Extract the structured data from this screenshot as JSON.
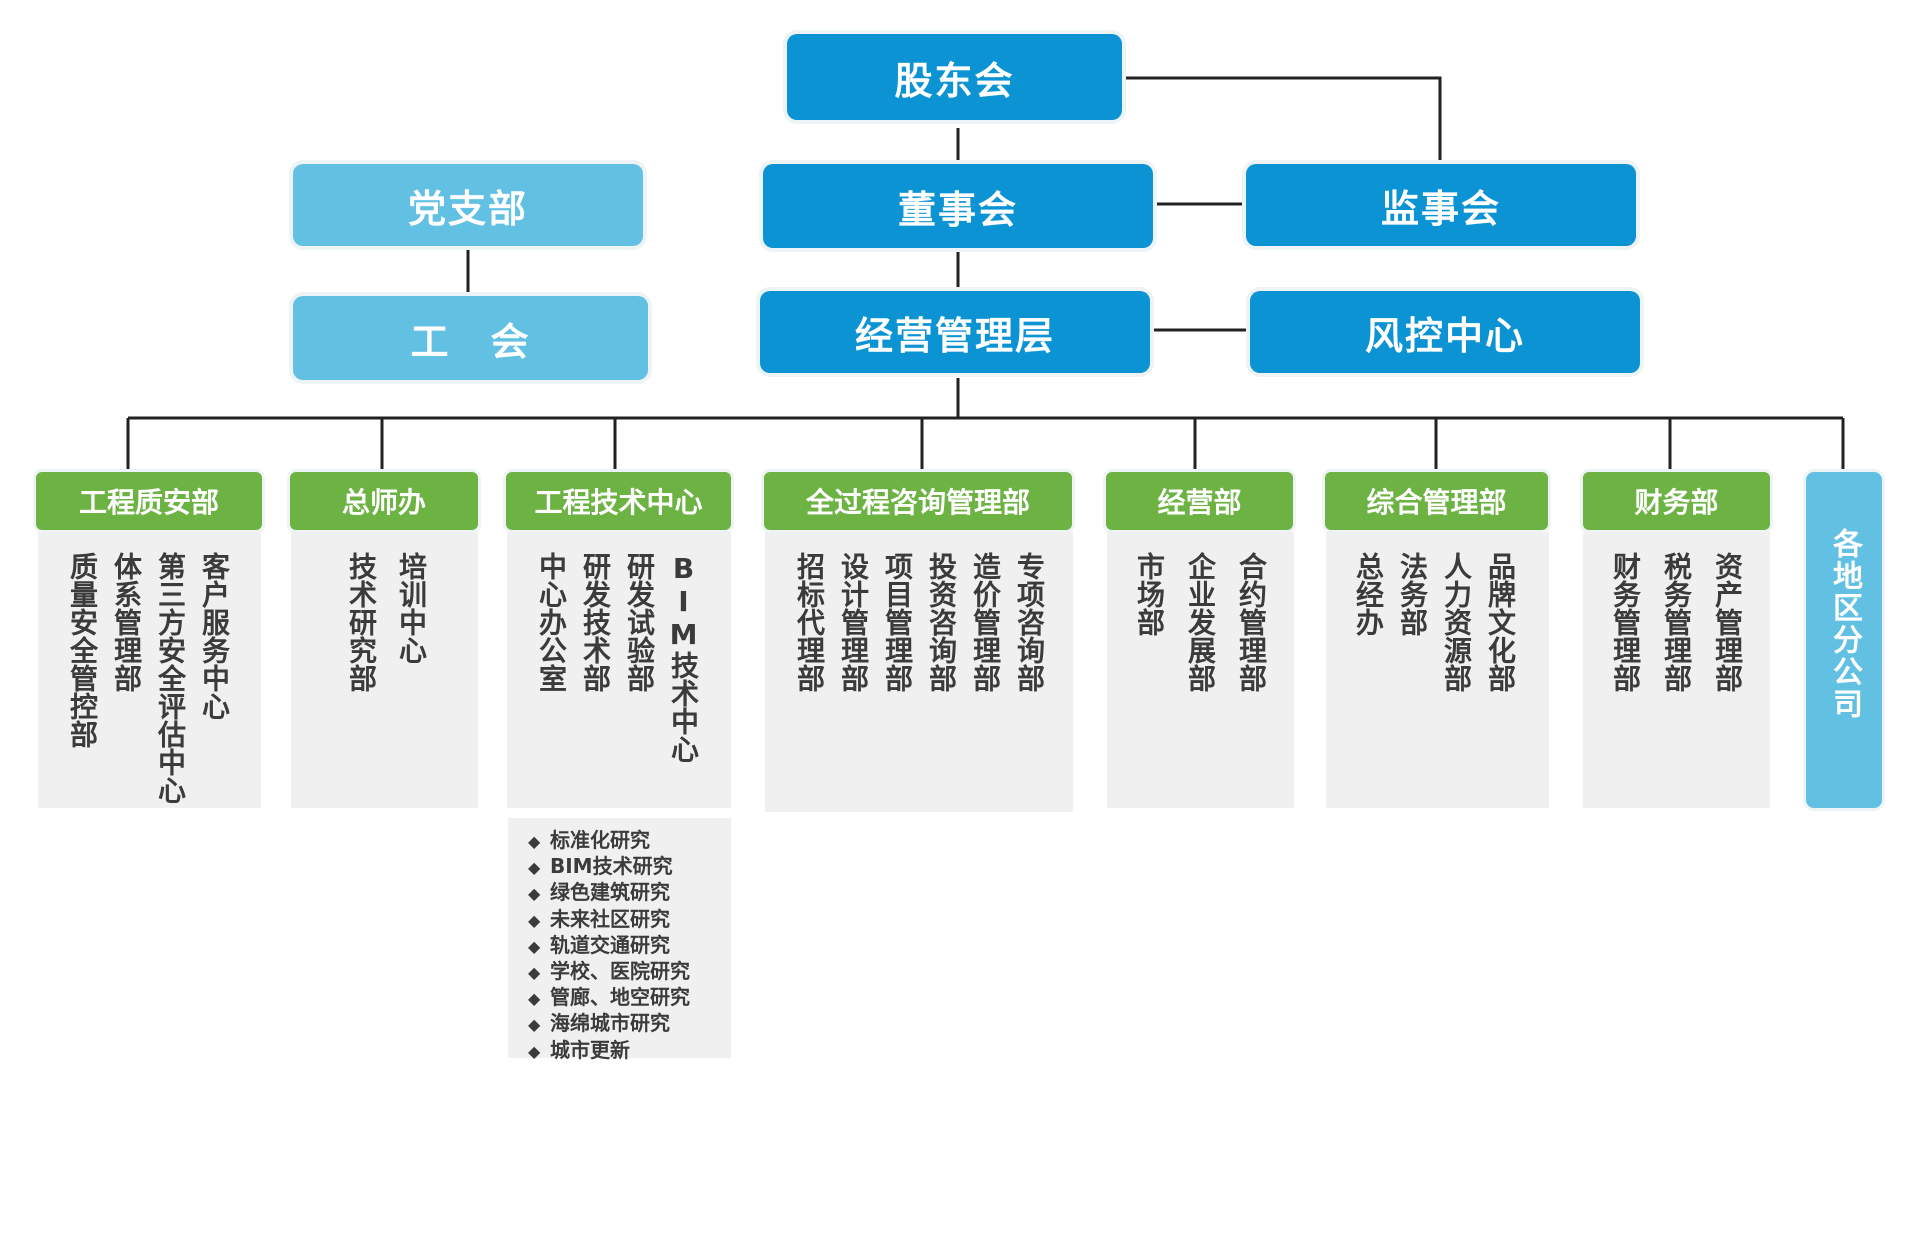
{
  "top": {
    "shareholders": "股东会",
    "board": "董事会",
    "supervisors": "监事会",
    "management": "经营管理层",
    "risk": "风控中心",
    "party": "党支部",
    "union": "工　会"
  },
  "colors": {
    "dark_blue": "#0b93d3",
    "light_blue": "#62c0e3",
    "green": "#6db344",
    "panel": "#f0f0f0",
    "line": "#222222"
  },
  "departments": [
    {
      "name": "工程质安部",
      "subs": [
        "质量安全管控部",
        "体系管理部",
        "第三方安全评估中心",
        "客户服务中心"
      ]
    },
    {
      "name": "总师办",
      "subs": [
        "技术研究部",
        "培训中心"
      ]
    },
    {
      "name": "工程技术中心",
      "subs": [
        "中心办公室",
        "研发技术部",
        "研发试验部",
        "BIM技术中心"
      ],
      "research": [
        "标准化研究",
        "BIM技术研究",
        "绿色建筑研究",
        "未来社区研究",
        "轨道交通研究",
        "学校、医院研究",
        "管廊、地空研究",
        "海绵城市研究",
        "城市更新"
      ]
    },
    {
      "name": "全过程咨询管理部",
      "subs": [
        "招标代理部",
        "设计管理部",
        "项目管理部",
        "投资咨询部",
        "造价管理部",
        "专项咨询部"
      ]
    },
    {
      "name": "经营部",
      "subs": [
        "市场部",
        "企业发展部",
        "合约管理部"
      ]
    },
    {
      "name": "综合管理部",
      "subs": [
        "总经办",
        "法务部",
        "人力资源部",
        "品牌文化部"
      ]
    },
    {
      "name": "财务部",
      "subs": [
        "财务管理部",
        "税务管理部",
        "资产管理部"
      ]
    }
  ],
  "branch": "各地区分公司"
}
